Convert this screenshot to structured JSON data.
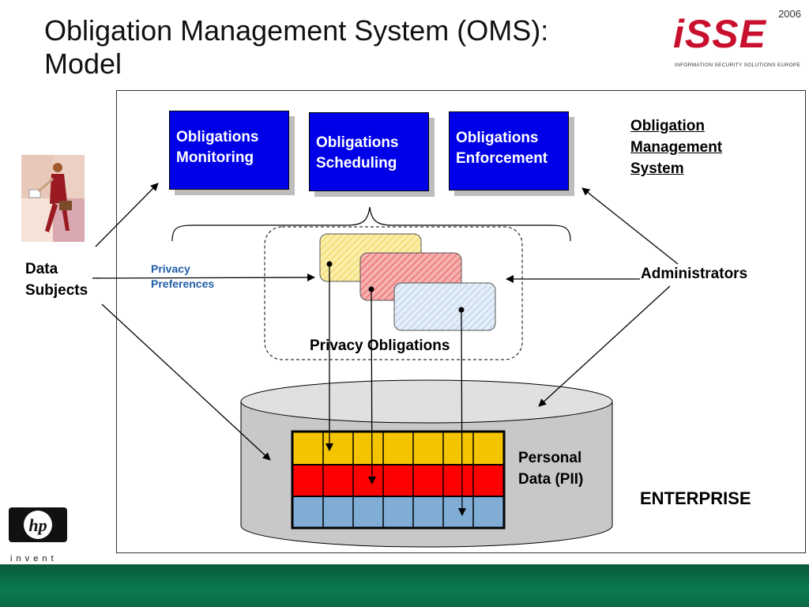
{
  "slide": {
    "title_line1": "Obligation Management System (OMS):",
    "title_line2": "Model"
  },
  "logo_isse": {
    "year": "2006",
    "word": "iSSE",
    "subtitle": "INFORMATION SECURITY SOLUTIONS EUROPE"
  },
  "logo_hp": {
    "mark": "hp",
    "tagline": "i n v e n t"
  },
  "diagram": {
    "boxes": [
      {
        "line1": "Obligations",
        "line2": "Monitoring"
      },
      {
        "line1": "Obligations",
        "line2": "Scheduling"
      },
      {
        "line1": "Obligations",
        "line2": "Enforcement"
      }
    ],
    "oms_label": [
      "Obligation",
      "Management",
      "System"
    ],
    "data_subjects": [
      "Data",
      "Subjects"
    ],
    "privacy_preferences": [
      "Privacy",
      "Preferences"
    ],
    "administrators": "Administrators",
    "privacy_obligations": "Privacy Obligations",
    "personal_data": [
      "Personal",
      "Data (PII)"
    ],
    "enterprise": "ENTERPRISE",
    "colors": {
      "box_blue": "#0000e8",
      "obligation_yellow": "#f8e890",
      "obligation_red": "#ee5a5a",
      "obligation_blue": "#c8dcf0",
      "row_yellow": "#f5c400",
      "row_red": "#ff0000",
      "row_blue": "#7fadd6",
      "footer_green": "#0a6a45"
    }
  }
}
